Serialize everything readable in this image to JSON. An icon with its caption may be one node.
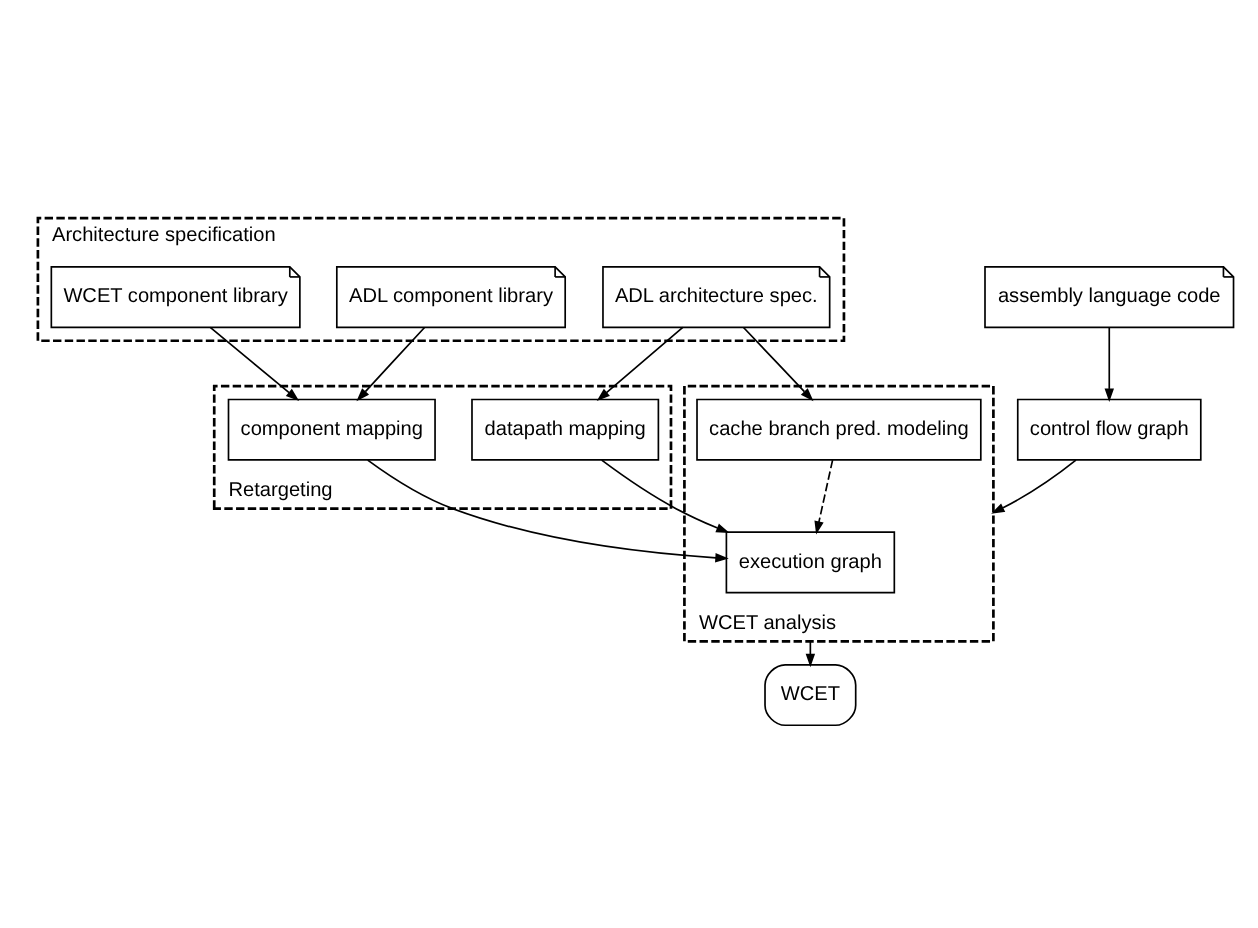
{
  "diagram": {
    "nodes": [
      {
        "text": [
          "Architecture specification"
        ]
      },
      {
        "text": [
          "ADL architecture spec."
        ],
        "in": 0
      },
      {
        "text": [
          "ADL component library"
        ],
        "in": 0
      },
      {
        "text": [
          "WCET component library"
        ],
        "in": 0
      },
      {
        "text": [
          "assembly language code"
        ]
      },
      {
        "text": [
          "Retargeting"
        ]
      },
      {
        "text": [
          "datapath mapping"
        ],
        "in": 5
      },
      {
        "text": [
          "component mapping"
        ],
        "in": 5
      },
      {
        "text": [
          "control flow graph"
        ]
      },
      {
        "text": [
          "WCET analysis"
        ]
      },
      {
        "text": [
          "cache branch pred. modeling"
        ],
        "in": 9
      },
      {
        "text": [
          "execution graph"
        ],
        "in": 9
      },
      {
        "text": [
          "WCET"
        ]
      }
    ],
    "edges": [
      {
        "from": 1,
        "to": 10,
        "arrow": "to"
      },
      {
        "from": 1,
        "to": 6,
        "arrow": "to"
      },
      {
        "from": 2,
        "to": 7,
        "arrow": "to"
      },
      {
        "from": 3,
        "to": 7,
        "arrow": "to"
      },
      {
        "from": 4,
        "to": 8,
        "arrow": "to"
      },
      {
        "from": 6,
        "to": 11,
        "arrow": "to"
      },
      {
        "from": 7,
        "to": 11,
        "arrow": "to"
      },
      {
        "from": 10,
        "to": 11,
        "arrow": "to",
        "style": "dashed"
      },
      {
        "from": 8,
        "to": 9,
        "arrow": "to"
      },
      {
        "from": 9,
        "to": 12,
        "arrow": "to"
      }
    ]
  }
}
